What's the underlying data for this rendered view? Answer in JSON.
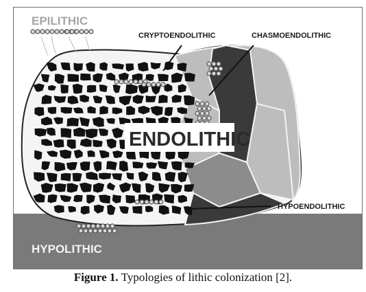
{
  "figure": {
    "labels": {
      "epilithic": "EPILITHIC",
      "cryptoendolithic": "CRYPTOENDOLITHIC",
      "chasmoendolithic": "CHASMOENDOLITHIC",
      "endolithic": "ENDOLITHIC",
      "hypoendolithic": "HYPOENDOLITHIC",
      "hypolithic": "HYPOLITHIC"
    },
    "colors": {
      "ground": "#7a7a7a",
      "rock_outline": "#222222",
      "grain": "#111111",
      "light_stone": "#bdbdbd",
      "dark_stone": "#3a3a3a",
      "mid_stone": "#8c8c8c"
    }
  },
  "caption": {
    "label": "Figure 1.",
    "text": "Typologies of lithic colonization [2]."
  }
}
